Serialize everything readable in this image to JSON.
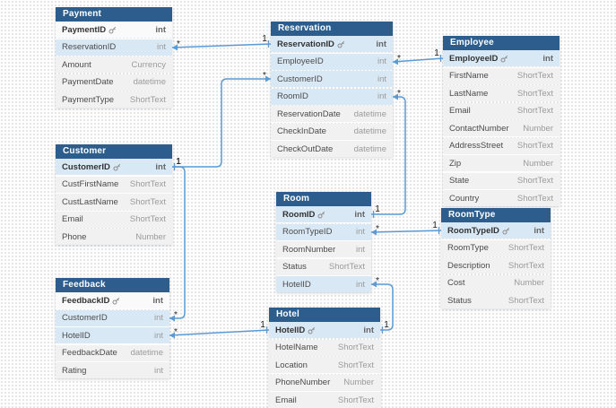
{
  "diagram": {
    "colors": {
      "table_header": "#2c5d8d",
      "linked_row_highlight": "#d9e8f5",
      "relationship_line": "#5b9bd5"
    },
    "tables": [
      {
        "id": "payment",
        "title": "Payment",
        "rows": [
          {
            "name": "PaymentID",
            "type": "int",
            "pk": true
          },
          {
            "name": "ReservationID",
            "type": "int",
            "hl": true
          },
          {
            "name": "Amount",
            "type": "Currency"
          },
          {
            "name": "PaymentDate",
            "type": "datetime"
          },
          {
            "name": "PaymentType",
            "type": "ShortText"
          }
        ]
      },
      {
        "id": "reservation",
        "title": "Reservation",
        "rows": [
          {
            "name": "ReservationID",
            "type": "int",
            "pk": true,
            "hl": true
          },
          {
            "name": "EmployeeID",
            "type": "int",
            "hl": true
          },
          {
            "name": "CustomerID",
            "type": "int",
            "hl": true
          },
          {
            "name": "RoomID",
            "type": "int",
            "hl": true
          },
          {
            "name": "ReservationDate",
            "type": "datetime"
          },
          {
            "name": "CheckInDate",
            "type": "datetime"
          },
          {
            "name": "CheckOutDate",
            "type": "datetime"
          }
        ]
      },
      {
        "id": "employee",
        "title": "Employee",
        "rows": [
          {
            "name": "EmployeeID",
            "type": "int",
            "pk": true,
            "hl": true
          },
          {
            "name": "FirstName",
            "type": "ShortText"
          },
          {
            "name": "LastName",
            "type": "ShortText"
          },
          {
            "name": "Email",
            "type": "ShortText"
          },
          {
            "name": "ContactNumber",
            "type": "Number"
          },
          {
            "name": "AddressStreet",
            "type": "ShortText"
          },
          {
            "name": "Zip",
            "type": "Number"
          },
          {
            "name": "State",
            "type": "ShortText"
          },
          {
            "name": "Country",
            "type": "ShortText"
          }
        ]
      },
      {
        "id": "customer",
        "title": "Customer",
        "rows": [
          {
            "name": "CustomerID",
            "type": "int",
            "pk": true,
            "hl": true
          },
          {
            "name": "CustFirstName",
            "type": "ShortText"
          },
          {
            "name": "CustLastName",
            "type": "ShortText"
          },
          {
            "name": "Email",
            "type": "ShortText"
          },
          {
            "name": "Phone",
            "type": "Number"
          }
        ]
      },
      {
        "id": "room",
        "title": "Room",
        "rows": [
          {
            "name": "RoomID",
            "type": "int",
            "pk": true,
            "hl": true
          },
          {
            "name": "RoomTypeID",
            "type": "int",
            "hl": true
          },
          {
            "name": "RoomNumber",
            "type": "int"
          },
          {
            "name": "Status",
            "type": "ShortText"
          },
          {
            "name": "HotelID",
            "type": "int",
            "hl": true
          }
        ]
      },
      {
        "id": "roomtype",
        "title": "RoomType",
        "rows": [
          {
            "name": "RoomTypeID",
            "type": "int",
            "pk": true,
            "hl": true
          },
          {
            "name": "RoomType",
            "type": "ShortText"
          },
          {
            "name": "Description",
            "type": "ShortText"
          },
          {
            "name": "Cost",
            "type": "Number"
          },
          {
            "name": "Status",
            "type": "ShortText"
          }
        ]
      },
      {
        "id": "feedback",
        "title": "Feedback",
        "rows": [
          {
            "name": "FeedbackID",
            "type": "int",
            "pk": true
          },
          {
            "name": "CustomerID",
            "type": "int",
            "hl": true
          },
          {
            "name": "HotelID",
            "type": "int",
            "hl": true
          },
          {
            "name": "FeedbackDate",
            "type": "datetime"
          },
          {
            "name": "Rating",
            "type": "int"
          }
        ]
      },
      {
        "id": "hotel",
        "title": "Hotel",
        "rows": [
          {
            "name": "HotelID",
            "type": "int",
            "pk": true,
            "hl": true
          },
          {
            "name": "HotelName",
            "type": "ShortText"
          },
          {
            "name": "Location",
            "type": "ShortText"
          },
          {
            "name": "PhoneNumber",
            "type": "Number"
          },
          {
            "name": "Email",
            "type": "ShortText"
          }
        ]
      }
    ],
    "relationships": [
      {
        "a": {
          "ref": "payment.ReservationID",
          "side": "right",
          "card": "*"
        },
        "b": {
          "ref": "reservation.ReservationID",
          "side": "left",
          "card": "1"
        }
      },
      {
        "a": {
          "ref": "reservation.CustomerID",
          "side": "left",
          "card": "*"
        },
        "b": {
          "ref": "customer.CustomerID",
          "side": "right",
          "card": "1"
        }
      },
      {
        "a": {
          "ref": "reservation.EmployeeID",
          "side": "right",
          "card": "*"
        },
        "b": {
          "ref": "employee.EmployeeID",
          "side": "left",
          "card": "1"
        }
      },
      {
        "a": {
          "ref": "reservation.RoomID",
          "side": "right",
          "card": "*"
        },
        "b": {
          "ref": "room.RoomID",
          "side": "right",
          "card": "1"
        }
      },
      {
        "a": {
          "ref": "room.RoomTypeID",
          "side": "right",
          "card": "*"
        },
        "b": {
          "ref": "roomtype.RoomTypeID",
          "side": "left",
          "card": "1"
        }
      },
      {
        "a": {
          "ref": "room.HotelID",
          "side": "right",
          "card": "*"
        },
        "b": {
          "ref": "hotel.HotelID",
          "side": "right",
          "card": "1"
        }
      },
      {
        "a": {
          "ref": "feedback.CustomerID",
          "side": "right",
          "card": "*"
        },
        "b": {
          "ref": "customer.CustomerID",
          "side": "right",
          "card": "1"
        }
      },
      {
        "a": {
          "ref": "feedback.HotelID",
          "side": "right",
          "card": "*"
        },
        "b": {
          "ref": "hotel.HotelID",
          "side": "left",
          "card": "1"
        }
      }
    ]
  }
}
